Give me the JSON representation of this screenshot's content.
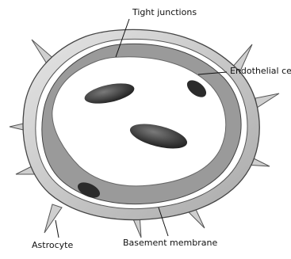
{
  "labels": {
    "tight_junctions": "Tight junctions",
    "endothelial_cell": "Endothelial cell",
    "astrocyte": "Astrocyte",
    "basement_membrane": "Basement membrane"
  },
  "colors": {
    "astrocyte_fill": "#d6d6d6",
    "astrocyte_shade": "#9e9e9e",
    "membrane": "#ffffff",
    "endothelium": "#8c8c8c",
    "nucleus": "#2b2b2b",
    "red_cell": "#3a3a3a",
    "lumen": "#ffffff",
    "outline": "#3a3a3a"
  }
}
